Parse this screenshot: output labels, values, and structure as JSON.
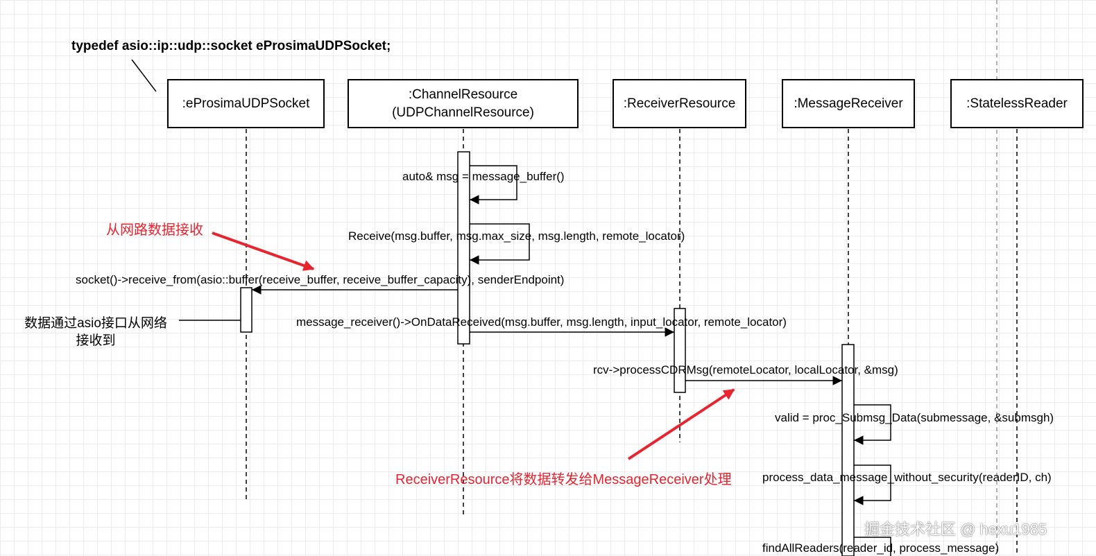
{
  "typedef": "typedef asio::ip::udp::socket eProsimaUDPSocket;",
  "lifelines": [
    {
      "id": "udp_socket",
      "lines": [
        ":eProsimaUDPSocket"
      ]
    },
    {
      "id": "channel_resource",
      "lines": [
        ":ChannelResource",
        "(UDPChannelResource)"
      ]
    },
    {
      "id": "receiver_resource",
      "lines": [
        ":ReceiverResource"
      ]
    },
    {
      "id": "message_receiver",
      "lines": [
        ":MessageReceiver"
      ]
    },
    {
      "id": "stateless_reader",
      "lines": [
        ":StatelessReader"
      ]
    }
  ],
  "messages": [
    "auto& msg = message_buffer()",
    "Receive(msg.buffer, msg.max_size, msg.length, remote_locator)",
    "socket()->receive_from(asio::buffer(receive_buffer, receive_buffer_capacity), senderEndpoint)",
    "message_receiver()->OnDataReceived(msg.buffer, msg.length, input_locator, remote_locator)",
    "rcv->processCDRMsg(remoteLocator, localLocator, &msg)",
    "valid = proc_Submsg_Data(submessage, &submsgh)",
    "process_data_message_without_security(readerID, ch)",
    "findAllReaders(reader_id, process_message)"
  ],
  "annotations": {
    "receive_from_network": "从网路数据接收",
    "asio_note": [
      "数据通过asio接口从网络",
      "接收到"
    ],
    "forward_note": "ReceiverResource将数据转发给MessageReceiver处理"
  },
  "watermark": "掘金技术社区 @ hexu1985",
  "colors": {
    "annotation_red": "#e8242f"
  }
}
